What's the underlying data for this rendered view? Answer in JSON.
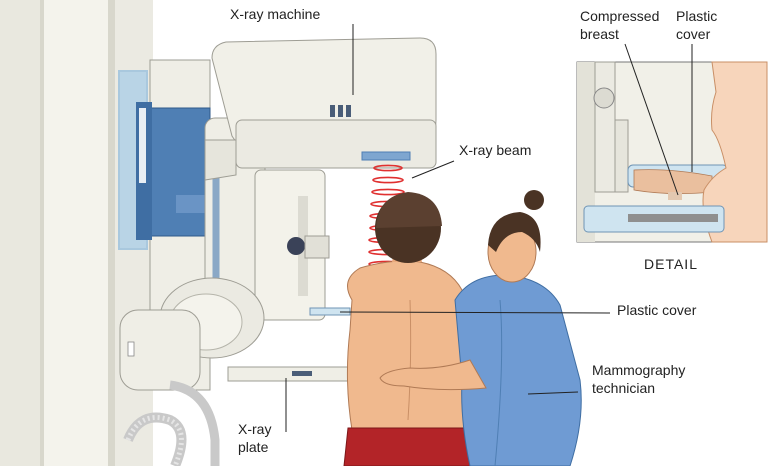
{
  "labels": {
    "xray_machine": "X-ray machine",
    "xray_beam": "X-ray beam",
    "plastic_cover": "Plastic cover",
    "mammography_technician_line1": "Mammography",
    "mammography_technician_line2": "technician",
    "xray_plate_line1": "X-ray",
    "xray_plate_line2": "plate"
  },
  "detail": {
    "title": "DETAIL",
    "compressed_breast_line1": "Compressed",
    "compressed_breast_line2": "breast",
    "plastic_cover_line1": "Plastic",
    "plastic_cover_line2": "cover"
  },
  "colors": {
    "machine_body": "#efeee6",
    "panel_blue": "#4f7fb4",
    "beam_red": "#e03030",
    "plastic_cover": "#cfe4f0",
    "skin": "#f0b98e",
    "hair": "#4a3324",
    "scrubs": "#6f9bd3",
    "pants_red": "#b32428"
  }
}
